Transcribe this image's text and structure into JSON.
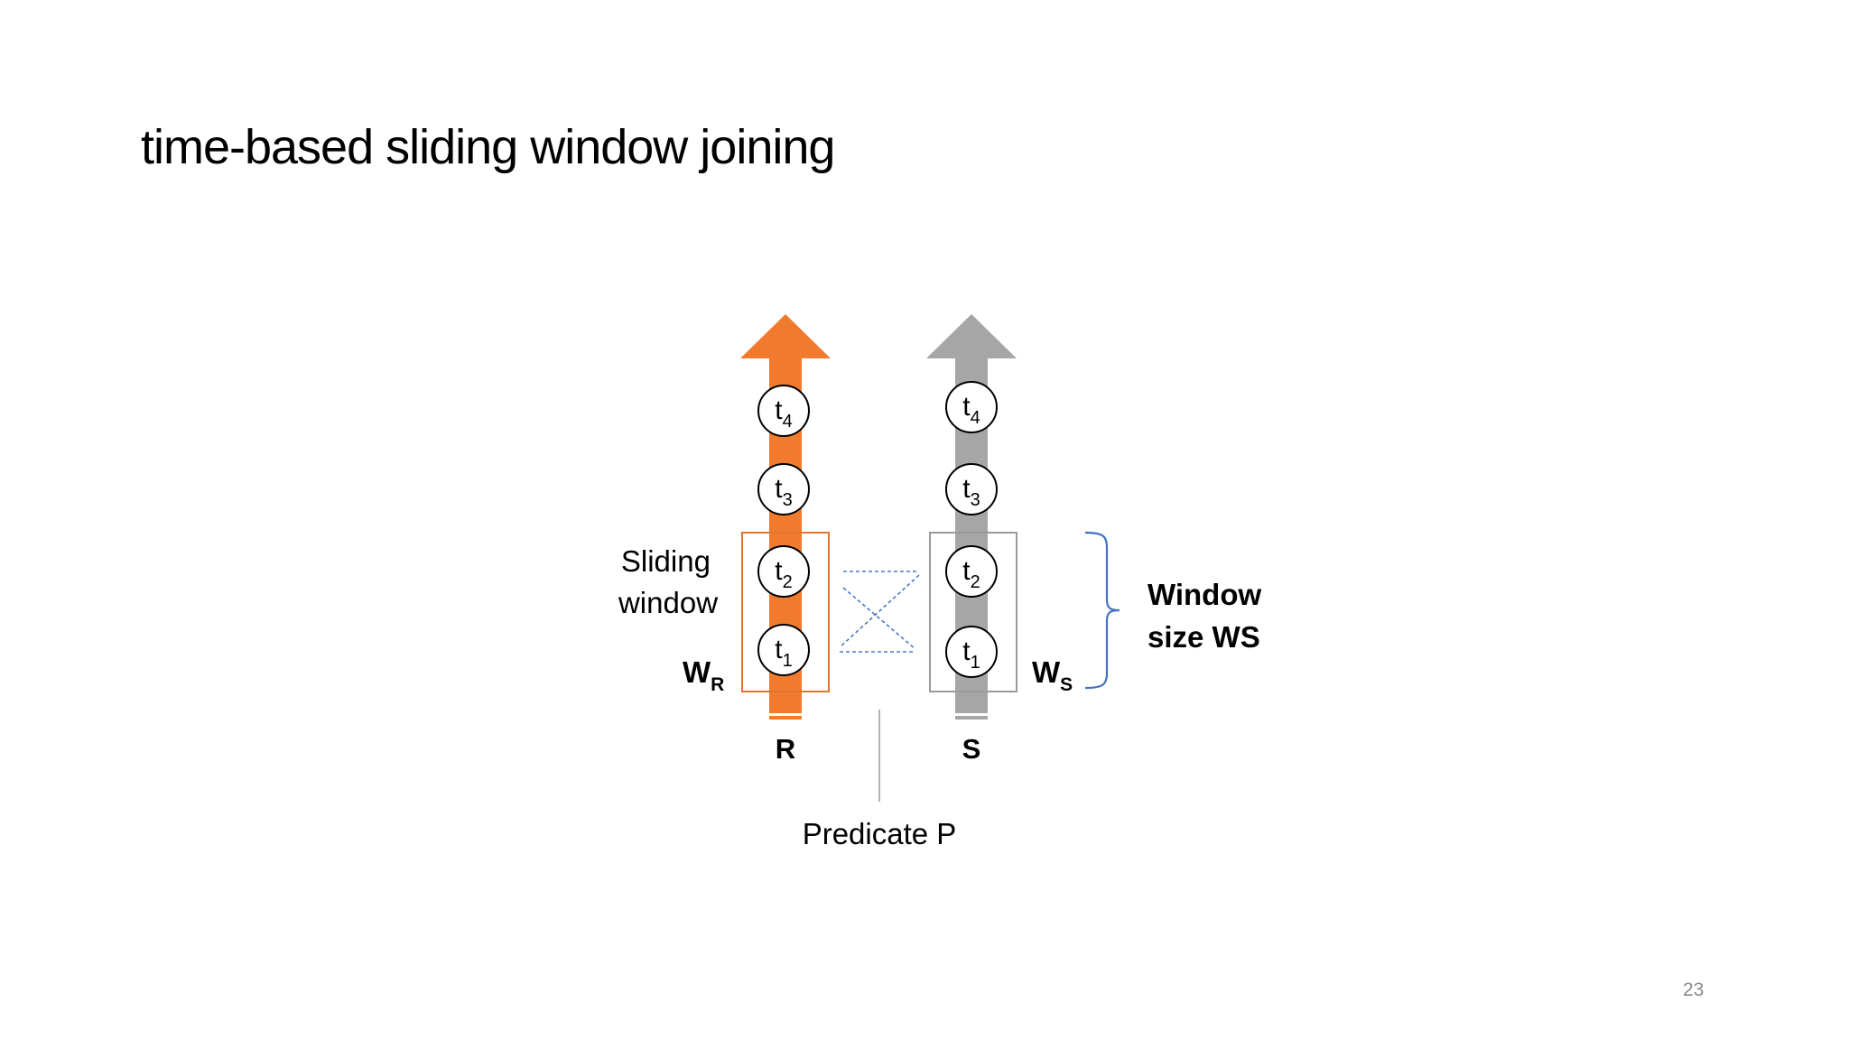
{
  "slide": {
    "title": "time-based sliding window joining",
    "page_number": "23"
  },
  "diagram": {
    "colors": {
      "stream_r": "#f07b2e",
      "stream_s": "#a6a6a6",
      "window_r_border": "#e2752e",
      "window_s_border": "#9a9a9a",
      "join_lines": "#4a78c0",
      "brace": "#4472c4",
      "predicate_line": "#9a9a9a"
    },
    "streams": [
      {
        "key": "r",
        "name": "R",
        "window_label": "W",
        "window_subscript": "R",
        "tuples": [
          {
            "base": "t",
            "sub": "4"
          },
          {
            "base": "t",
            "sub": "3"
          },
          {
            "base": "t",
            "sub": "2"
          },
          {
            "base": "t",
            "sub": "1"
          }
        ]
      },
      {
        "key": "s",
        "name": "S",
        "window_label": "W",
        "window_subscript": "S",
        "tuples": [
          {
            "base": "t",
            "sub": "4"
          },
          {
            "base": "t",
            "sub": "3"
          },
          {
            "base": "t",
            "sub": "2"
          },
          {
            "base": "t",
            "sub": "1"
          }
        ]
      }
    ],
    "sliding_window_label": [
      "Sliding",
      "window"
    ],
    "window_size_label": [
      "Window",
      "size WS"
    ],
    "predicate_label": "Predicate P"
  }
}
